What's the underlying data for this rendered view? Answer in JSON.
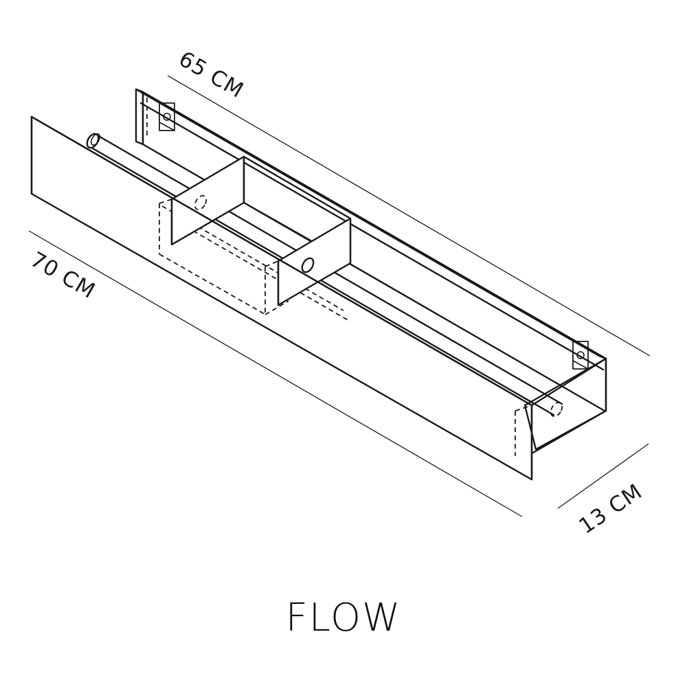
{
  "product": {
    "name": "FLOW"
  },
  "dimensions": {
    "length_back": "65 CM",
    "length_front": "70 CM",
    "depth": "13 CM"
  }
}
